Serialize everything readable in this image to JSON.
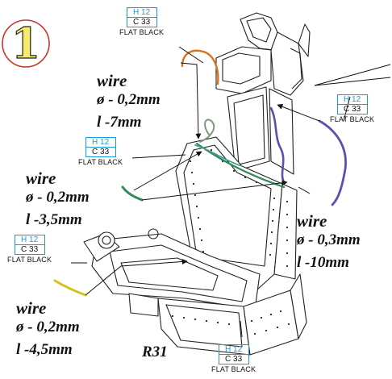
{
  "step": {
    "number": "1"
  },
  "part_number": "R31",
  "paint": {
    "primary_code": "H 12",
    "secondary_code": "C 33",
    "name": "FLAT BLACK"
  },
  "wires": [
    {
      "id": "w1",
      "word": "wire",
      "diameter": "ø - 0,2mm",
      "length": "l -7mm",
      "color": "#7a9a78"
    },
    {
      "id": "w2",
      "word": "wire",
      "diameter": "ø - 0,2mm",
      "length": "l -3,5mm",
      "color": "#2e8b57"
    },
    {
      "id": "w3",
      "word": "wire",
      "diameter": "ø - 0,3mm",
      "length": "l -10mm",
      "color": "#5a50b0"
    },
    {
      "id": "w4",
      "word": "wire",
      "diameter": "ø - 0,2mm",
      "length": "l -4,5mm",
      "color": "#d4c21e"
    }
  ],
  "colors": {
    "callout_blue": "#1a9ad8",
    "badge_yellow": "#f6ec6a",
    "badge_ring": "#c8372c",
    "orange_wire": "#d9741e",
    "ink": "#111111"
  }
}
